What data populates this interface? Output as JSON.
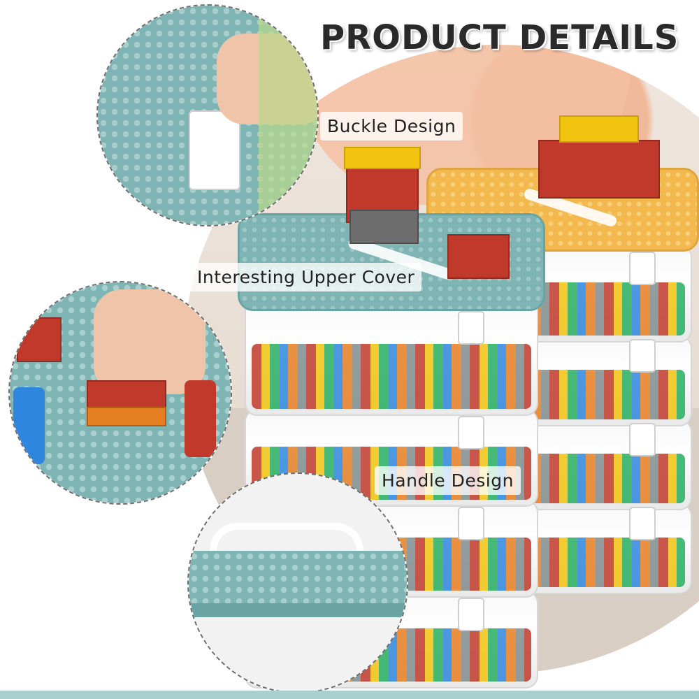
{
  "headline": "PRODUCT DETAILS",
  "callouts": {
    "buckle": "Buckle Design",
    "upper_cover": "Interesting Upper Cover",
    "handle": "Handle Design"
  },
  "colors": {
    "lid_teal": "#7fb4b4",
    "lid_yellow": "#f3b94f",
    "accent_bar": "#a9cfcf"
  }
}
